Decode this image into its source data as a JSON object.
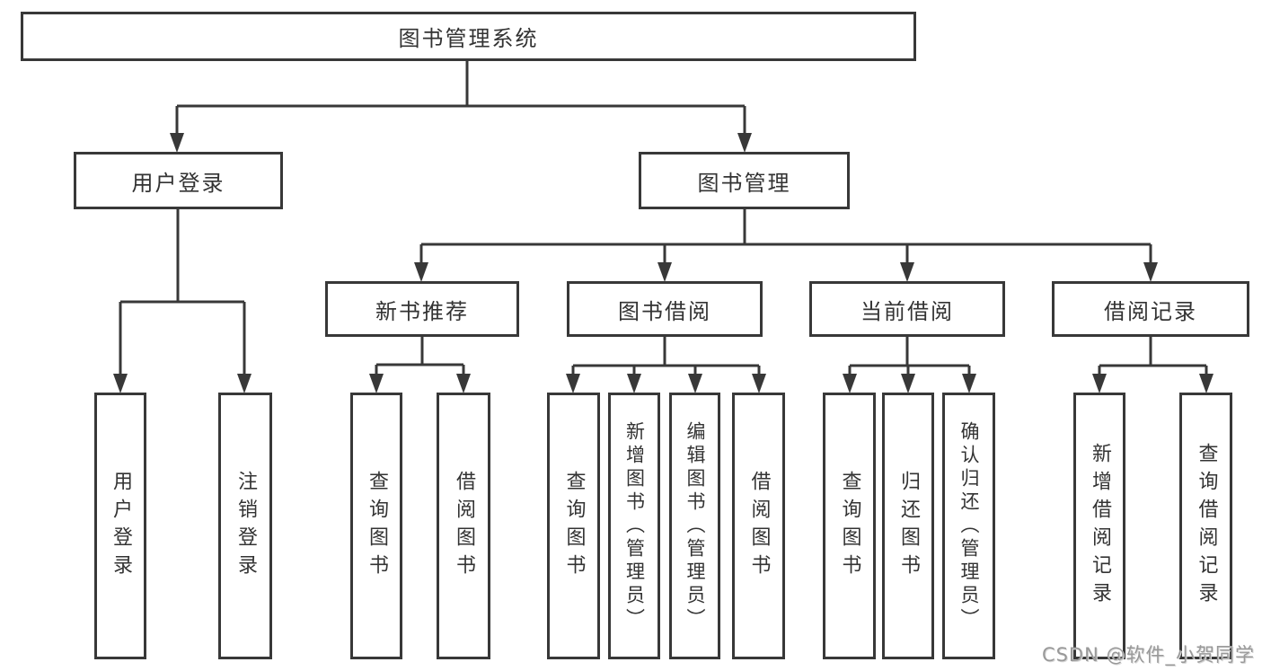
{
  "diagram_title": "图书管理系统",
  "tree": {
    "root": {
      "label": "图书管理系统"
    },
    "branches": [
      {
        "label": "用户登录",
        "children": [
          {
            "label": "用户登录"
          },
          {
            "label": "注销登录"
          }
        ]
      },
      {
        "label": "图书管理",
        "children": [
          {
            "label": "新书推荐",
            "children": [
              {
                "label": "查询图书"
              },
              {
                "label": "借阅图书"
              }
            ]
          },
          {
            "label": "图书借阅",
            "children": [
              {
                "label": "查询图书"
              },
              {
                "label": "新增图书（管理员）"
              },
              {
                "label": "编辑图书（管理员）"
              },
              {
                "label": "借阅图书"
              }
            ]
          },
          {
            "label": "当前借阅",
            "children": [
              {
                "label": "查询图书"
              },
              {
                "label": "归还图书"
              },
              {
                "label": "确认归还（管理员）"
              }
            ]
          },
          {
            "label": "借阅记录",
            "children": [
              {
                "label": "新增借阅记录"
              },
              {
                "label": "查询借阅记录"
              }
            ]
          }
        ]
      }
    ]
  },
  "watermark": "CSDN @软件_小贺同学",
  "colors": {
    "line": "#383838",
    "text": "#333333",
    "background": "#ffffff",
    "watermark": "#999999"
  }
}
